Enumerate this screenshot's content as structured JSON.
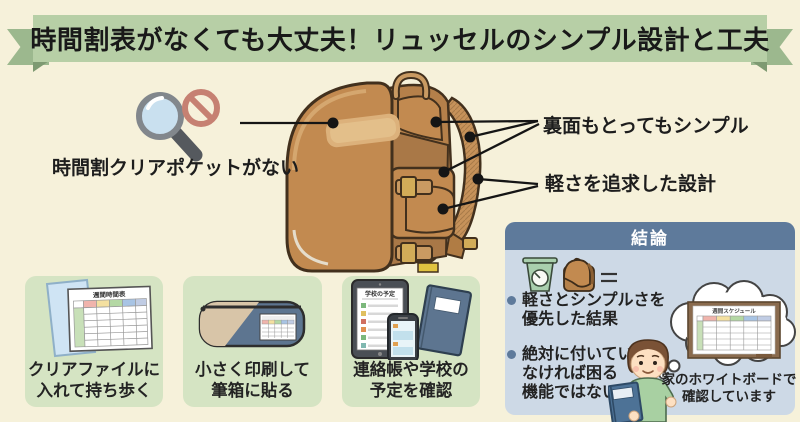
{
  "header": {
    "title": "時間割表がなくても大丈夫！リュッセルのシンプル設計と工夫"
  },
  "callouts": {
    "no_pocket": "時間割クリアポケットがない",
    "back_simple": "裏面もとってもシンプル",
    "light_design": "軽さを追求した設計"
  },
  "tips": [
    {
      "lines": [
        "クリアファイルに",
        "入れて持ち歩く"
      ]
    },
    {
      "lines": [
        "小さく印刷して",
        "筆箱に貼る"
      ]
    },
    {
      "lines": [
        "連絡帳や学校の",
        "予定を確認"
      ]
    }
  ],
  "mini_docs": {
    "timetable_title": "週間時間表",
    "tablet_title": "学校の予定",
    "whiteboard_title": "週間スケジュール"
  },
  "conclusion": {
    "header": "結論",
    "bullets": [
      {
        "lines": [
          "軽さとシンプルさを",
          "優先した結果"
        ]
      },
      {
        "lines": [
          "絶対に付いてい",
          "なければ困る",
          "機能ではない"
        ]
      }
    ],
    "caption_lines": [
      "家のホワイトボードで",
      "確認しています"
    ]
  },
  "icons": {
    "left_mark": "magnifier-with-prohibition-icon",
    "conclusion_row": [
      "scale-icon",
      "randoseru-icon",
      "lines-icon"
    ]
  },
  "colors": {
    "background": "#f6f1da",
    "ribbon_panel": "#b7cfa6",
    "ribbon_tail": "#9cb88e",
    "tip_panel": "#d5e4c3",
    "conclusion_bg": "#cdd9e6",
    "conclusion_header": "#5e7a9b",
    "backpack_brown": "#c28a50",
    "prohibition_red": "#c68172"
  }
}
